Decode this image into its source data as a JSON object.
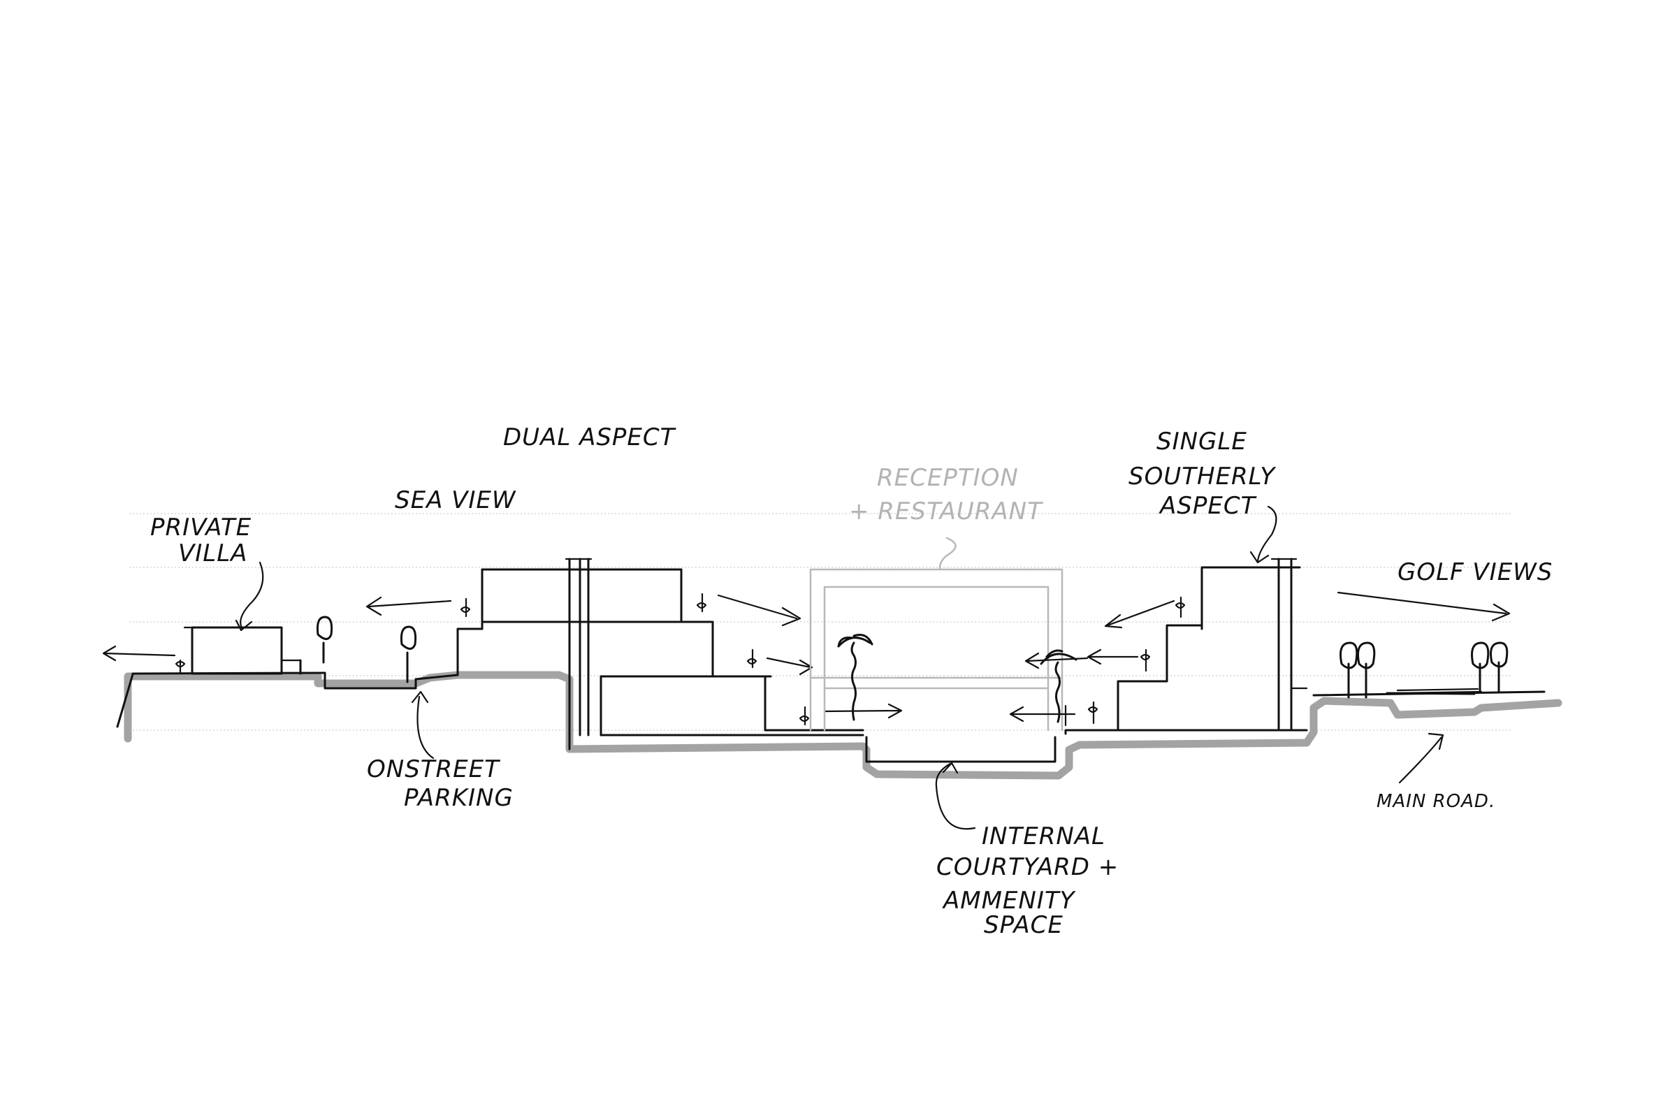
{
  "labels": {
    "dual_aspect": "DUAL ASPECT",
    "sea_view": "SEA VIEW",
    "private_villa_1": "PRIVATE",
    "private_villa_2": "VILLA",
    "reception_1": "RECEPTION",
    "reception_2": "+ RESTAURANT",
    "single_1": "SINGLE",
    "single_2": "SOUTHERLY",
    "single_3": "ASPECT",
    "golf_views": "GOLF VIEWS",
    "onstreet_1": "ONSTREET",
    "onstreet_2": "PARKING",
    "courtyard_1": "INTERNAL",
    "courtyard_2": "COURTYARD +",
    "courtyard_3": "AMMENITY",
    "courtyard_4": "SPACE",
    "main_road": "MAIN ROAD."
  },
  "colors": {
    "ink": "#111111",
    "ground": "#a3a3a3",
    "ghost": "#b8b8b8",
    "guide": "#d6d6d6"
  }
}
